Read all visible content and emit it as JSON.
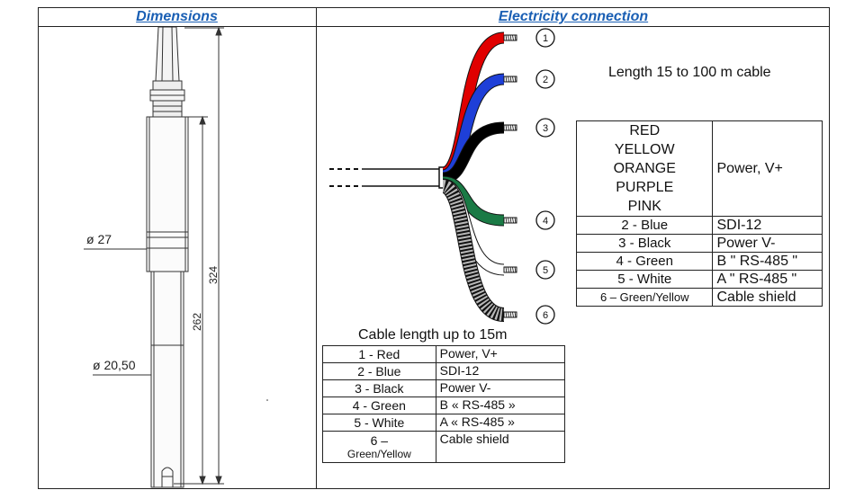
{
  "headers": {
    "dimensions": "Dimensions",
    "electricity": "Electricity connection"
  },
  "dimensions": {
    "dia_top": "ø 27",
    "dia_bottom": "ø 20,50",
    "len_overall": "324",
    "len_body": "262"
  },
  "wire_numbers": [
    "1",
    "2",
    "3",
    "4",
    "5",
    "6"
  ],
  "wire_colors": [
    "#e00000",
    "#1e3fd8",
    "#000000",
    "#1a7a45",
    "#ffffff",
    "#b8b8b8"
  ],
  "short_cable": {
    "caption": "Cable length up to 15m",
    "rows": [
      {
        "wire": "1 - Red",
        "func": "Power, V+"
      },
      {
        "wire": "2 - Blue",
        "func": "SDI-12"
      },
      {
        "wire": "3 - Black",
        "func": "Power V-"
      },
      {
        "wire": "4 - Green",
        "func": "B « RS-485 »"
      },
      {
        "wire": "5 - White",
        "func": "A « RS-485 »"
      },
      {
        "wire": "6 –",
        "wire2": "Green/Yellow",
        "func": "Cable shield"
      }
    ]
  },
  "long_cable": {
    "caption": "Length 15 to 100 m cable",
    "power_wires": [
      "RED",
      "YELLOW",
      "ORANGE",
      "PURPLE",
      "PINK"
    ],
    "power_func": "Power, V+",
    "rows": [
      {
        "wire": "2 - Blue",
        "func": "SDI-12"
      },
      {
        "wire": "3 - Black",
        "func": "Power V-"
      },
      {
        "wire": "4 - Green",
        "func": "B \" RS-485 \""
      },
      {
        "wire": "5 - White",
        "func": "A \" RS-485 \""
      },
      {
        "wire": "6 – Green/Yellow",
        "func": "Cable shield"
      }
    ]
  }
}
